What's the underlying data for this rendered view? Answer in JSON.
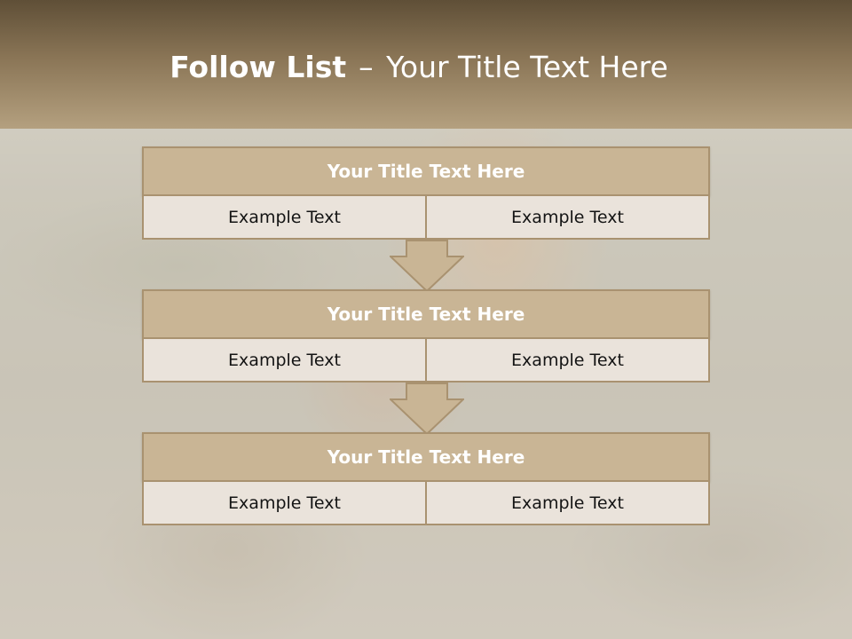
{
  "slide": {
    "title_bold": "Follow List",
    "title_separator": "–",
    "title_rest": "Your Title Text Here"
  },
  "steps": [
    {
      "title": "Your Title Text Here",
      "left": "Example Text",
      "right": "Example Text"
    },
    {
      "title": "Your Title Text Here",
      "left": "Example Text",
      "right": "Example Text"
    },
    {
      "title": "Your Title Text Here",
      "left": "Example Text",
      "right": "Example Text"
    }
  ],
  "colors": {
    "header_dark": "#5f4f37",
    "header_light": "#b4a07f",
    "box_title_fill": "#c9b595",
    "box_border": "#a99270",
    "cell_fill": "#eae3db",
    "arrow_fill": "#c9b595"
  },
  "icons": [
    "down-arrow-icon"
  ]
}
